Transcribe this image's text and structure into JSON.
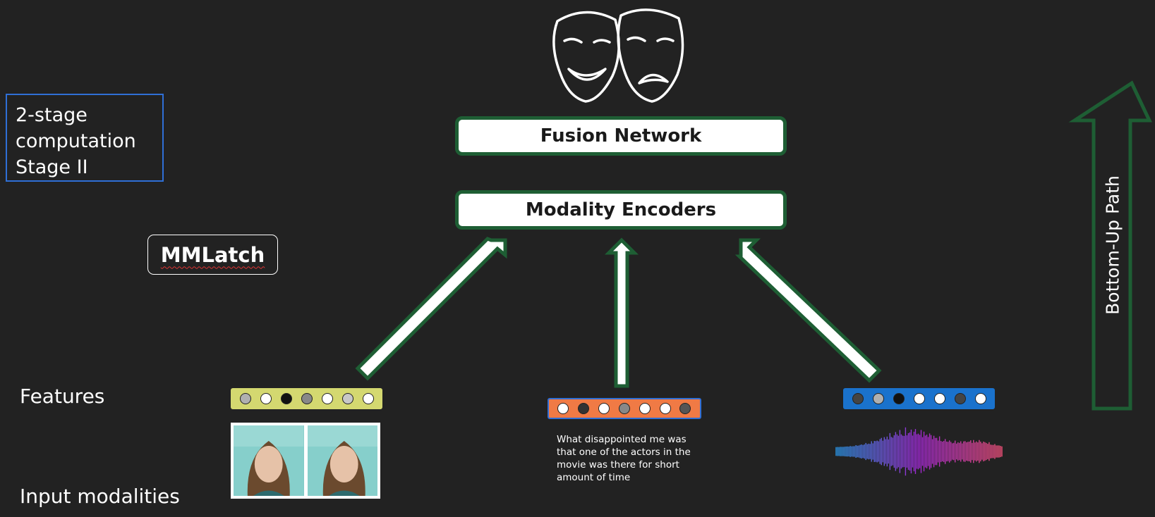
{
  "stage_box": {
    "lines": [
      "2-stage",
      "computation",
      "Stage II"
    ]
  },
  "mmlatch_label": "MMLatch",
  "fusion_label": "Fusion Network",
  "encoders_label": "Modality Encoders",
  "features_label": "Features",
  "input_label": "Input modalities",
  "bottom_up_label": "Bottom-Up Path",
  "transcript": "What disappointed me was that one of the actors in the movie was there for short amount of time",
  "colors": {
    "background": "#222222",
    "arrow_green": "#1e5e34",
    "stage_border": "#2f6fd6",
    "video_vector": "#d4d870",
    "text_vector": "#f07a45",
    "audio_vector": "#1a72cc"
  },
  "feature_vectors": {
    "video": [
      "#b0b0b0",
      "#ffffff",
      "#111111",
      "#888888",
      "#ffffff",
      "#c8c8c8",
      "#ffffff"
    ],
    "text": [
      "#ffffff",
      "#333333",
      "#ffffff",
      "#888888",
      "#ffffff",
      "#ffffff",
      "#555555"
    ],
    "audio": [
      "#444444",
      "#b0b0b0",
      "#111111",
      "#ffffff",
      "#ffffff",
      "#444444",
      "#ffffff"
    ]
  },
  "icons": {
    "masks": "theater-masks-icon",
    "waveform": "audio-waveform-icon"
  }
}
